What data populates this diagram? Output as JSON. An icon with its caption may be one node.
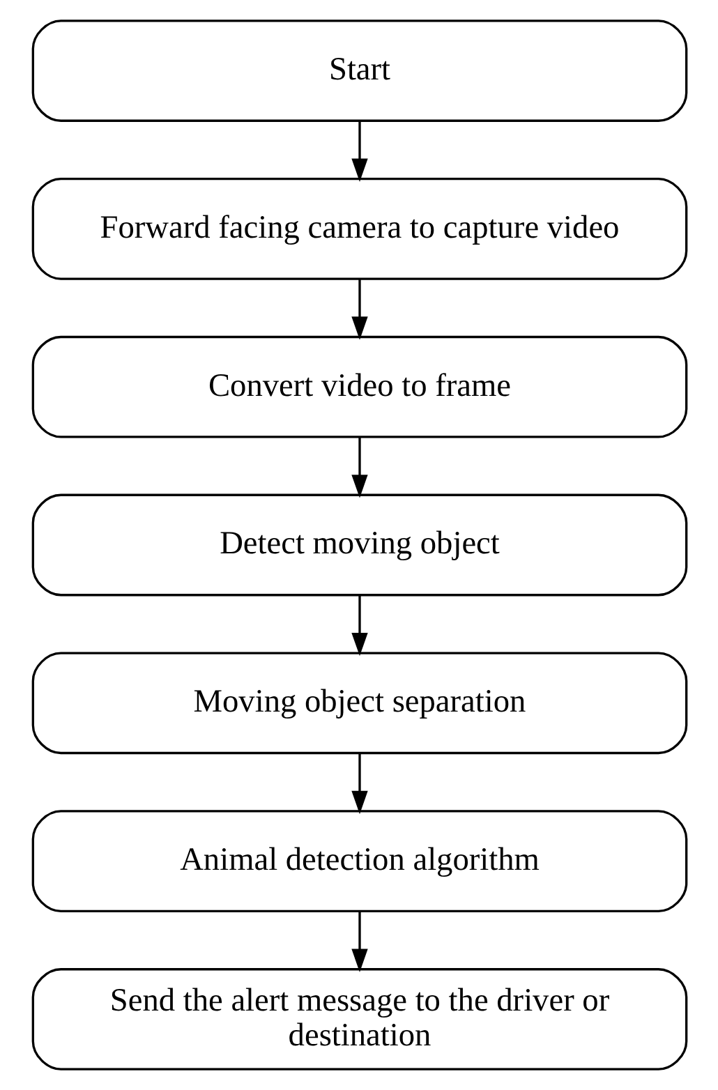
{
  "diagram": {
    "nodes": [
      {
        "text": [
          "Start"
        ]
      },
      {
        "text": [
          "Forward facing camera to capture video"
        ]
      },
      {
        "text": [
          "Convert video to frame"
        ]
      },
      {
        "text": [
          "Detect moving object"
        ]
      },
      {
        "text": [
          "Moving object separation"
        ]
      },
      {
        "text": [
          "Animal detection algorithm"
        ]
      },
      {
        "text": [
          "Send the alert message to the driver or destination"
        ]
      }
    ],
    "edges": [
      {
        "from": 0,
        "to": 1,
        "arrow": "to"
      },
      {
        "from": 1,
        "to": 2,
        "arrow": "to"
      },
      {
        "from": 2,
        "to": 3,
        "arrow": "to"
      },
      {
        "from": 3,
        "to": 4,
        "arrow": "to"
      },
      {
        "from": 4,
        "to": 5,
        "arrow": "to"
      },
      {
        "from": 5,
        "to": 6,
        "arrow": "to"
      }
    ]
  }
}
